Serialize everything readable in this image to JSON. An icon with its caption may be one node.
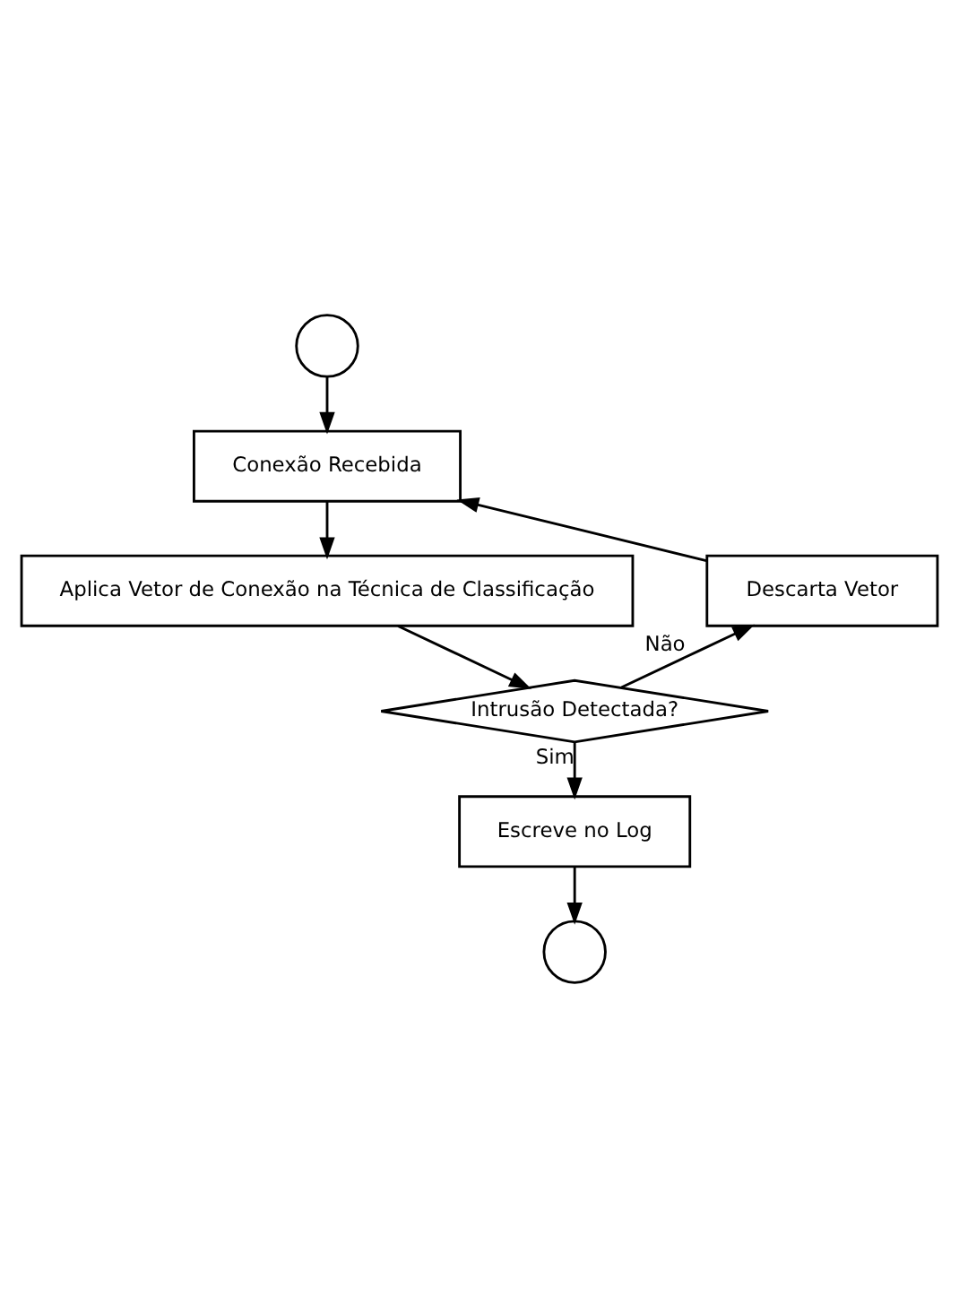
{
  "diagram": {
    "nodes": [
      {
        "text": [],
        "shape": "circle"
      },
      {
        "text": [
          "Conexão Recebida"
        ]
      },
      {
        "text": [
          "Aplica Vetor de Conexão na Técnica de Classificação"
        ]
      },
      {
        "text": [
          "Intrusão Detectada?"
        ]
      },
      {
        "text": [
          "Descarta Vetor"
        ]
      },
      {
        "text": [
          "Escreve no Log"
        ]
      },
      {
        "text": [],
        "shape": "circle"
      }
    ],
    "edges": [
      {
        "from": 0,
        "to": 1,
        "arrow": "to"
      },
      {
        "from": 1,
        "to": 2,
        "arrow": "to"
      },
      {
        "from": 2,
        "to": 3,
        "arrow": "to"
      },
      {
        "from": 3,
        "to": 4,
        "arrow": "to",
        "label": "Não"
      },
      {
        "from": 4,
        "to": 1,
        "arrow": "to"
      },
      {
        "from": 3,
        "to": 5,
        "arrow": "to",
        "label": "Sim"
      },
      {
        "from": 5,
        "to": 6,
        "arrow": "to"
      }
    ]
  }
}
